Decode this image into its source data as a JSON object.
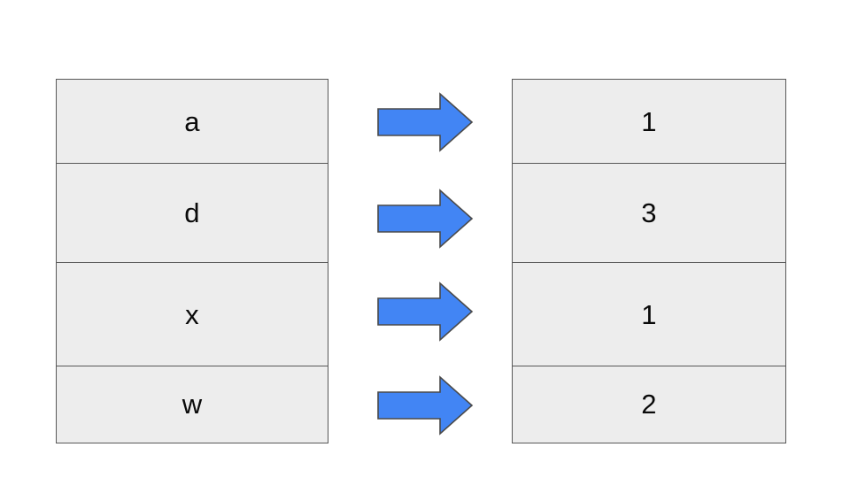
{
  "diagram": {
    "type": "mapping",
    "title": "",
    "description": "Two-column mapping diagram: each left-hand key maps via a right-pointing arrow to a right-hand value.",
    "colors": {
      "cell_fill": "#ededed",
      "cell_border": "#585858",
      "arrow_fill": "#4285f4",
      "arrow_stroke": "#4a4a4a",
      "text": "#0a0a0a",
      "background": "#ffffff"
    },
    "left_column": {
      "name": "keys",
      "cells": [
        {
          "label": "a"
        },
        {
          "label": "d"
        },
        {
          "label": "x"
        },
        {
          "label": "w"
        }
      ]
    },
    "right_column": {
      "name": "values",
      "cells": [
        {
          "label": "1"
        },
        {
          "label": "3"
        },
        {
          "label": "1"
        },
        {
          "label": "2"
        }
      ]
    },
    "arrows": [
      {
        "icon": "arrow-right-icon",
        "from": "a",
        "to": "1"
      },
      {
        "icon": "arrow-right-icon",
        "from": "d",
        "to": "3"
      },
      {
        "icon": "arrow-right-icon",
        "from": "x",
        "to": "1"
      },
      {
        "icon": "arrow-right-icon",
        "from": "w",
        "to": "2"
      }
    ]
  }
}
